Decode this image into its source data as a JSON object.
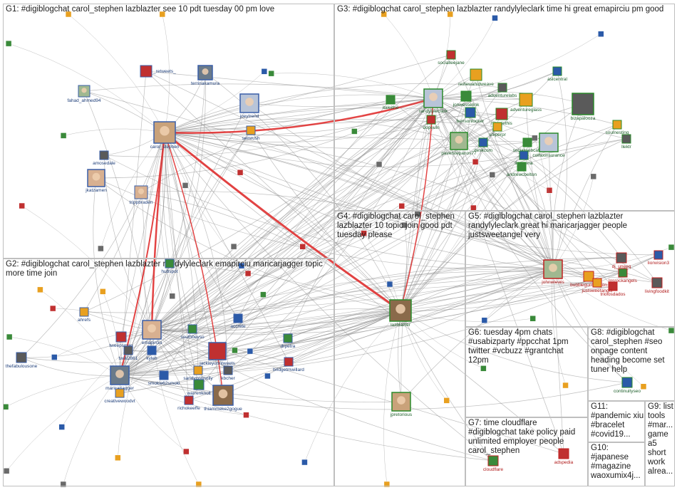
{
  "colors": {
    "edge": "#8a8a8a",
    "edge_red": "#e03030",
    "label_blue": "#1f3f7a",
    "label_green": "#1d5e2a",
    "label_red": "#b01a1a",
    "node_border_blue": "#3a5fa8",
    "node_border_green": "#2a8a2a",
    "node_border_red": "#c02020"
  },
  "groups": [
    {
      "id": "G1",
      "label": "G1: #digiblogchat carol_stephen lazblazter see 10 pdt tuesday 00 pm love"
    },
    {
      "id": "G3",
      "label": "G3: #digiblogchat carol_stephen lazblazter randylyleclark time hi great emapirciu pm good"
    },
    {
      "id": "G2",
      "label": "G2: #digiblogchat carol_stephen lazblazter randylyleclark emapirciu maricarjagger topic more time join"
    },
    {
      "id": "G4",
      "label": "G4: #digiblogchat carol_stephen lazblazter 10 topic join good pdt tuesday please"
    },
    {
      "id": "G5",
      "label": "G5: #digiblogchat carol_stephen lazblazter randylyleclark great hi maricarjagger people justsweetangel very"
    },
    {
      "id": "G6",
      "label": "G6: tuesday 4pm chats #usabizparty #ppcchat 1pm twitter #vcbuzz #grantchat 12pm"
    },
    {
      "id": "G8",
      "label": "G8: #digiblogchat carol_stephen #seo onpage content heading become set tuner help"
    },
    {
      "id": "G7",
      "label": "G7: time cloudflare #digiblogchat take policy paid unlimited employer people carol_stephen"
    },
    {
      "id": "G11",
      "label": "G11: #pandemic xiu #bracelet #covid19..."
    },
    {
      "id": "G9",
      "label": "G9: list tools #mar... game a5 short work alrea..."
    },
    {
      "id": "G10",
      "label": "G10: #japanese #magazine waoxumix4j..."
    }
  ],
  "nodes": [
    {
      "label": "carol_stephen",
      "group": "G1",
      "tone": "blue",
      "photo": true
    },
    {
      "label": "lazblazter",
      "group": "G4",
      "tone": "green",
      "photo": true
    },
    {
      "label": "randylyleclark",
      "group": "G3",
      "tone": "green",
      "photo": true
    },
    {
      "label": "emapirciu",
      "group": "G2",
      "tone": "blue",
      "photo": true
    },
    {
      "label": "maricarjagger",
      "group": "G2",
      "tone": "blue",
      "photo": true
    },
    {
      "label": "johnwlewis",
      "group": "G5",
      "tone": "red",
      "photo": true
    },
    {
      "label": "jpretorious",
      "group": "G4",
      "tone": "green",
      "photo": true
    },
    {
      "label": "thiammeke2gogue",
      "group": "G2",
      "tone": "blue",
      "photo": true
    },
    {
      "label": "joeytrend",
      "group": "G1",
      "tone": "blue",
      "photo": true
    },
    {
      "label": "jkatzamen",
      "group": "G1",
      "tone": "blue",
      "photo": true
    },
    {
      "label": "terrinakamura",
      "group": "G1",
      "tone": "blue",
      "photo": true
    },
    {
      "label": "fahad_ahmed94",
      "group": "G1",
      "tone": "blue",
      "photo": true
    },
    {
      "label": "_retweets_",
      "group": "G1",
      "tone": "blue",
      "photo": false
    },
    {
      "label": "semrush",
      "group": "G1",
      "tone": "blue",
      "photo": false
    },
    {
      "label": "amosedale",
      "group": "G1",
      "tone": "blue",
      "photo": false
    },
    {
      "label": "trippbraden",
      "group": "G1",
      "tone": "blue",
      "photo": true
    },
    {
      "label": "hubspot",
      "group": "G2",
      "tone": "blue",
      "photo": false
    },
    {
      "label": "socialleejane",
      "group": "G3",
      "tone": "green",
      "photo": false
    },
    {
      "label": "rezlewahidweave",
      "group": "G3",
      "tone": "green",
      "photo": false
    },
    {
      "label": "adventurelabs",
      "group": "G3",
      "tone": "green",
      "photo": false
    },
    {
      "label": "aslcentral",
      "group": "G3",
      "tone": "green",
      "photo": false
    },
    {
      "label": "jonwesselink",
      "group": "G3",
      "tone": "green",
      "photo": false
    },
    {
      "label": "heggiethis",
      "group": "G3",
      "tone": "green",
      "photo": false
    },
    {
      "label": "adventureglass",
      "group": "G3",
      "tone": "green",
      "photo": false
    },
    {
      "label": "bizapalooza",
      "group": "G3",
      "tone": "green",
      "photo": false
    },
    {
      "label": "bensonlocker",
      "group": "G3",
      "tone": "green",
      "photo": false
    },
    {
      "label": "italeithe",
      "group": "G3",
      "tone": "green",
      "photo": false
    },
    {
      "label": "dopeuin",
      "group": "G3",
      "tone": "green",
      "photo": false
    },
    {
      "label": "sniperpr",
      "group": "G3",
      "tone": "green",
      "photo": false
    },
    {
      "label": "pavelstepanov77",
      "group": "G3",
      "tone": "green",
      "photo": true
    },
    {
      "label": "deskcom",
      "group": "G3",
      "tone": "green",
      "photo": false
    },
    {
      "label": "socialwebcafe",
      "group": "G3",
      "tone": "green",
      "photo": false
    },
    {
      "label": "colfaxinsurance",
      "group": "G3",
      "tone": "green",
      "photo": true
    },
    {
      "label": "soulnesting",
      "group": "G3",
      "tone": "green",
      "photo": false
    },
    {
      "label": "llektr",
      "group": "G3",
      "tone": "green",
      "photo": false
    },
    {
      "label": "iheranna",
      "group": "G3",
      "tone": "green",
      "photo": false
    },
    {
      "label": "andrewcbelton",
      "group": "G3",
      "tone": "green",
      "photo": false
    },
    {
      "label": "tweepsmap",
      "group": "G2",
      "tone": "blue",
      "photo": false
    },
    {
      "label": "ahrefs",
      "group": "G2",
      "tone": "blue",
      "photo": false
    },
    {
      "label": "twilli2861",
      "group": "G2",
      "tone": "blue",
      "photo": false
    },
    {
      "label": "kyleh",
      "group": "G2",
      "tone": "blue",
      "photo": false
    },
    {
      "label": "southbeyso",
      "group": "G2",
      "tone": "blue",
      "photo": false
    },
    {
      "label": "jackieyunntweets",
      "group": "G2",
      "tone": "blue",
      "photo": false
    },
    {
      "label": "sandyconnolly",
      "group": "G2",
      "tone": "blue",
      "photo": false
    },
    {
      "label": "kbcher",
      "group": "G2",
      "tone": "blue",
      "photo": false
    },
    {
      "label": "smokie62smoki",
      "group": "G2",
      "tone": "blue",
      "photo": false
    },
    {
      "label": "warrenknoll",
      "group": "G2",
      "tone": "blue",
      "photo": false
    },
    {
      "label": "richokeeffe",
      "group": "G2",
      "tone": "blue",
      "photo": false
    },
    {
      "label": "creativewoodvt",
      "group": "G2",
      "tone": "blue",
      "photo": false
    },
    {
      "label": "thefabulousone",
      "group": "G2",
      "tone": "blue",
      "photo": false
    },
    {
      "label": "accrete",
      "group": "G2",
      "tone": "blue",
      "photo": false
    },
    {
      "label": "drpetra",
      "group": "G2",
      "tone": "blue",
      "photo": false
    },
    {
      "label": "bridgetmwillard",
      "group": "G2",
      "tone": "blue",
      "photo": false
    },
    {
      "label": "bubblegummotion",
      "group": "G5",
      "tone": "red",
      "photo": false
    },
    {
      "label": "dj_uneeq",
      "group": "G5",
      "tone": "red",
      "photo": false
    },
    {
      "label": "lionvision3",
      "group": "G5",
      "tone": "red",
      "photo": false
    },
    {
      "label": "losrockangels",
      "group": "G5",
      "tone": "red",
      "photo": false
    },
    {
      "label": "triolosdados",
      "group": "G5",
      "tone": "red",
      "photo": false
    },
    {
      "label": "justsweetangel",
      "group": "G5",
      "tone": "red",
      "photo": false
    },
    {
      "label": "livingfoodkit",
      "group": "G5",
      "tone": "red",
      "photo": false
    },
    {
      "label": "continuityseo",
      "group": "G8",
      "tone": "green",
      "photo": false
    },
    {
      "label": "cloudflare",
      "group": "G7",
      "tone": "red",
      "photo": false
    },
    {
      "label": "adspedia",
      "group": "G7",
      "tone": "red",
      "photo": false
    }
  ]
}
